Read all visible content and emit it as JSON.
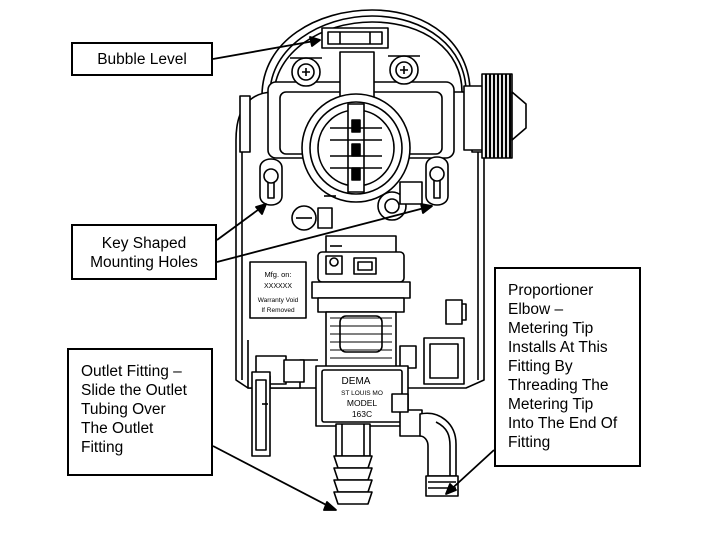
{
  "callouts": {
    "bubble_level": "Bubble Level",
    "key_holes": [
      "Key Shaped",
      "Mounting Holes"
    ],
    "outlet_fitting": [
      "Outlet Fitting –",
      "Slide the Outlet",
      "Tubing Over",
      "The Outlet",
      "Fitting"
    ],
    "proportioner_elbow": [
      "Proportioner",
      "Elbow –",
      "Metering Tip",
      "Installs At This",
      "Fitting By",
      "Threading The",
      "Metering Tip",
      "Into The End Of",
      "Fitting"
    ]
  },
  "device_label": {
    "mfg_line1": "Mfg. on:",
    "mfg_line2": "XXXXXX",
    "warranty_line1": "Warranty Void",
    "warranty_line2": "If Removed",
    "brand": "DEMA",
    "city": "ST LOUIS MO",
    "model_word": "MODEL",
    "model_number": "163C"
  }
}
